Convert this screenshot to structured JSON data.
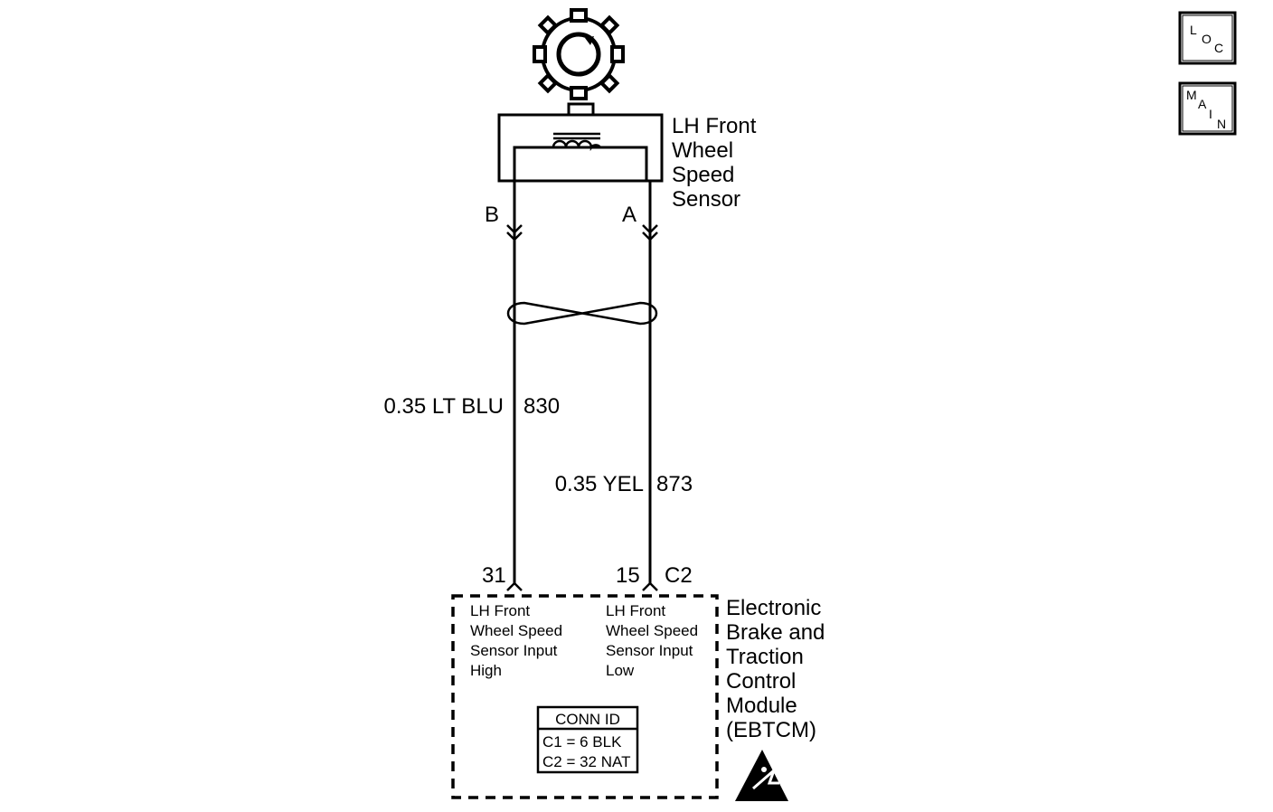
{
  "sensor": {
    "name_lines": [
      "LH Front",
      "Wheel",
      "Speed",
      "Sensor"
    ],
    "terminal_b": "B",
    "terminal_a": "A"
  },
  "wires": [
    {
      "label": "0.35 LT BLU",
      "circuit": "830"
    },
    {
      "label": "0.35 YEL",
      "circuit": "873"
    }
  ],
  "module": {
    "pin_high": "31",
    "pin_low": "15",
    "connector": "C2",
    "name_lines": [
      "Electronic",
      "Brake and",
      "Traction",
      "Control",
      "Module",
      "(EBTCM)"
    ],
    "input_high_lines": [
      "LH Front",
      "Wheel Speed",
      "Sensor Input",
      "High"
    ],
    "input_low_lines": [
      "LH Front",
      "Wheel Speed",
      "Sensor Input",
      "Low"
    ],
    "conn_id": {
      "title": "CONN ID",
      "rows": [
        "C1 = 6 BLK",
        "C2 = 32 NAT"
      ]
    }
  },
  "nav": {
    "loc": [
      "L",
      "O",
      "C"
    ],
    "main": [
      "M",
      "A",
      "I",
      "N"
    ]
  }
}
